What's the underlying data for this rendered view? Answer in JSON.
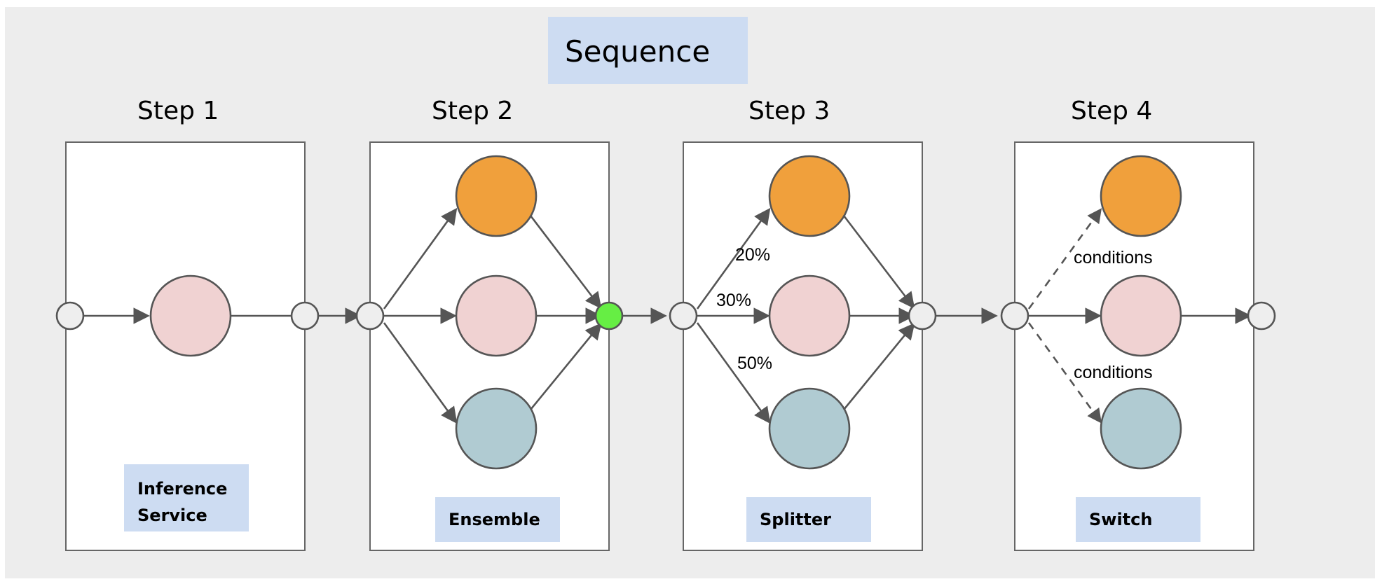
{
  "canvas": {
    "background": "#ededed",
    "page_background": "#ffffff"
  },
  "title": {
    "label": "Sequence",
    "band_color": "#cddcf2"
  },
  "colors": {
    "pink": "#f0d2d2",
    "orange": "#f0a03c",
    "teal": "#b0cbd2",
    "green_node": "#66ee44",
    "node_fill": "#eeeeee",
    "stroke": "#555555",
    "box_border": "#666666",
    "band": "#cddcf2"
  },
  "steps": [
    {
      "heading": "Step 1",
      "tag": "Inference Service",
      "tag_line1": "Inference",
      "tag_line2": "Service",
      "models": [
        "pink"
      ],
      "edge_labels": []
    },
    {
      "heading": "Step 2",
      "tag": "Ensemble",
      "models": [
        "orange",
        "pink",
        "teal"
      ],
      "edge_labels": []
    },
    {
      "heading": "Step 3",
      "tag": "Splitter",
      "models": [
        "orange",
        "pink",
        "teal"
      ],
      "edge_labels": [
        "20%",
        "30%",
        "50%"
      ]
    },
    {
      "heading": "Step 4",
      "tag": "Switch",
      "models": [
        "orange",
        "pink",
        "teal"
      ],
      "edge_labels": [
        "conditions",
        "conditions"
      ]
    }
  ],
  "edge_labels": {
    "split_top": "20%",
    "split_middle": "30%",
    "split_bottom": "50%",
    "switch_top": "conditions",
    "switch_bottom": "conditions"
  }
}
